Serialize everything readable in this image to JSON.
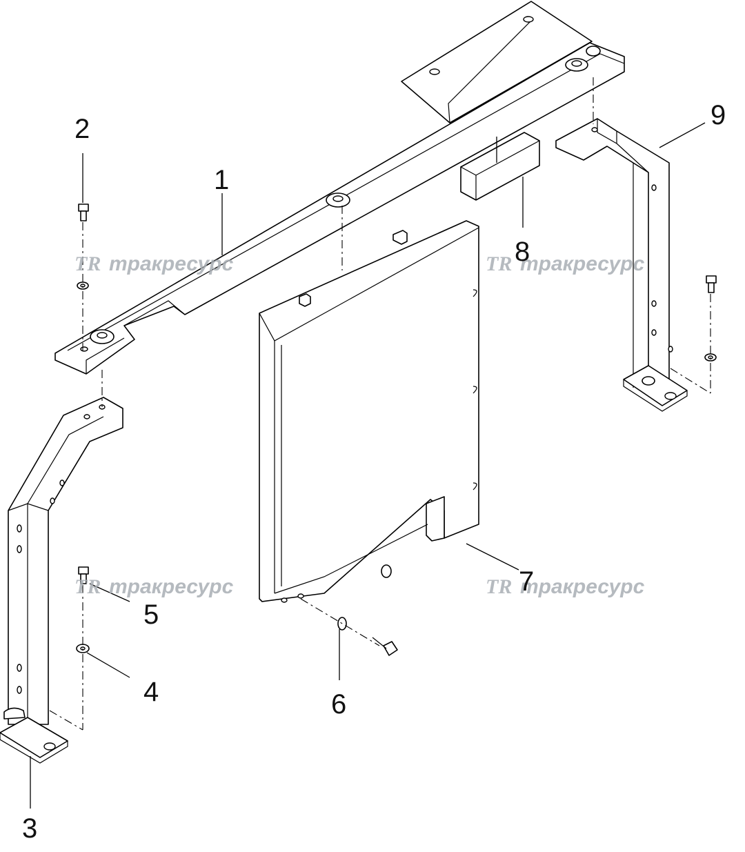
{
  "callouts": {
    "c1": "1",
    "c2": "2",
    "c3": "3",
    "c4": "4",
    "c5": "5",
    "c6": "6",
    "c7": "7",
    "c8": "8",
    "c9": "9"
  },
  "watermark": {
    "logo": "TR",
    "text": "тракресурс"
  },
  "colors": {
    "line": "#000000",
    "watermark": "#a9aeb4",
    "background": "#ffffff"
  }
}
